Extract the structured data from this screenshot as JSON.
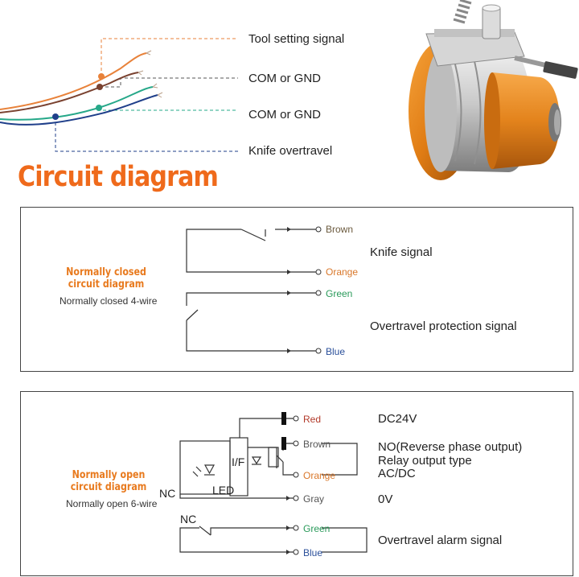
{
  "wires": {
    "tool_setting_signal": "Tool setting signal",
    "com_or_gnd_1": "COM or GND",
    "com_or_gnd_2": "COM or GND",
    "knife_overtravel": "Knife overtravel",
    "colors": {
      "orange": "#e8823a",
      "brown": "#8a4a2e",
      "teal": "#26a889",
      "blue": "#1f3f8a"
    }
  },
  "title": "Circuit diagram",
  "nc_section": {
    "heading": "Normally closed\ncircuit diagram",
    "subtitle": "Normally closed 4-wire",
    "terminals": {
      "brown": "Brown",
      "orange": "Orange",
      "green": "Green",
      "blue": "Blue"
    },
    "knife_signal": "Knife signal",
    "overtravel_protection": "Overtravel protection signal"
  },
  "no_section": {
    "heading": "Normally open\ncircuit diagram",
    "subtitle": "Normally open 6-wire",
    "terminals": {
      "red": "Red",
      "brown": "Brown",
      "orange": "Orange",
      "gray": "Gray",
      "green": "Green",
      "blue": "Blue"
    },
    "nc_label_1": "NC",
    "nc_label_2": "NC",
    "if_label": "I/F",
    "led_label": "LED",
    "dc24v": "DC24V",
    "no_reverse": "NO(Reverse phase output)",
    "relay_output": "Relay output type",
    "acdc": "AC/DC",
    "zero_v": "0V",
    "overtravel_alarm": "Overtravel alarm signal"
  },
  "terminal_colors": {
    "brown": "#6b5a3e",
    "orange": "#d9772a",
    "green": "#2a9a5a",
    "blue": "#2a4f9a",
    "red": "#b23a2a",
    "gray": "#555555"
  },
  "accent": "#ef6a1b"
}
